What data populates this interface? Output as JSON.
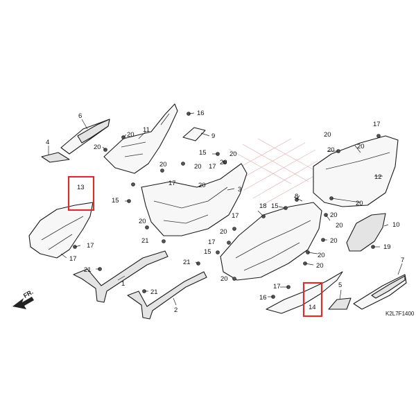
{
  "diagram": {
    "code": "K2L7F1400",
    "direction_mark": "FR.",
    "highlight_color": "#d32f2f",
    "highlighted_labels": [
      "13",
      "14"
    ],
    "labels": [
      {
        "id": "l1",
        "text": "1"
      },
      {
        "id": "l2",
        "text": "2"
      },
      {
        "id": "l3",
        "text": "3"
      },
      {
        "id": "l4",
        "text": "4"
      },
      {
        "id": "l5",
        "text": "5"
      },
      {
        "id": "l6",
        "text": "6"
      },
      {
        "id": "l7",
        "text": "7"
      },
      {
        "id": "l8",
        "text": "8"
      },
      {
        "id": "l9",
        "text": "9"
      },
      {
        "id": "l10",
        "text": "10"
      },
      {
        "id": "l11",
        "text": "11"
      },
      {
        "id": "l12",
        "text": "12"
      },
      {
        "id": "l13",
        "text": "13"
      },
      {
        "id": "l14",
        "text": "14"
      },
      {
        "id": "l15a",
        "text": "15"
      },
      {
        "id": "l15b",
        "text": "15"
      },
      {
        "id": "l15c",
        "text": "15"
      },
      {
        "id": "l15d",
        "text": "15"
      },
      {
        "id": "l16a",
        "text": "16"
      },
      {
        "id": "l16b",
        "text": "16"
      },
      {
        "id": "l17a",
        "text": "17"
      },
      {
        "id": "l17b",
        "text": "17"
      },
      {
        "id": "l17c",
        "text": "17"
      },
      {
        "id": "l17d",
        "text": "17"
      },
      {
        "id": "l17e",
        "text": "17"
      },
      {
        "id": "l17f",
        "text": "17"
      },
      {
        "id": "l17g",
        "text": "17"
      },
      {
        "id": "l17h",
        "text": "17"
      },
      {
        "id": "l18",
        "text": "18"
      },
      {
        "id": "l19",
        "text": "19"
      },
      {
        "id": "l20a",
        "text": "20"
      },
      {
        "id": "l20b",
        "text": "20"
      },
      {
        "id": "l20c",
        "text": "20"
      },
      {
        "id": "l20d",
        "text": "20"
      },
      {
        "id": "l20e",
        "text": "20"
      },
      {
        "id": "l20f",
        "text": "20"
      },
      {
        "id": "l20g",
        "text": "20"
      },
      {
        "id": "l20h",
        "text": "20"
      },
      {
        "id": "l20i",
        "text": "20"
      },
      {
        "id": "l20j",
        "text": "20"
      },
      {
        "id": "l20k",
        "text": "20"
      },
      {
        "id": "l20l",
        "text": "20"
      },
      {
        "id": "l20m",
        "text": "20"
      },
      {
        "id": "l20n",
        "text": "20"
      },
      {
        "id": "l20o",
        "text": "20"
      },
      {
        "id": "l20p",
        "text": "20"
      },
      {
        "id": "l20q",
        "text": "20"
      },
      {
        "id": "l20r",
        "text": "20"
      },
      {
        "id": "l20s",
        "text": "20"
      },
      {
        "id": "l21a",
        "text": "21"
      },
      {
        "id": "l21b",
        "text": "21"
      },
      {
        "id": "l21c",
        "text": "21"
      },
      {
        "id": "l21d",
        "text": "21"
      }
    ]
  }
}
